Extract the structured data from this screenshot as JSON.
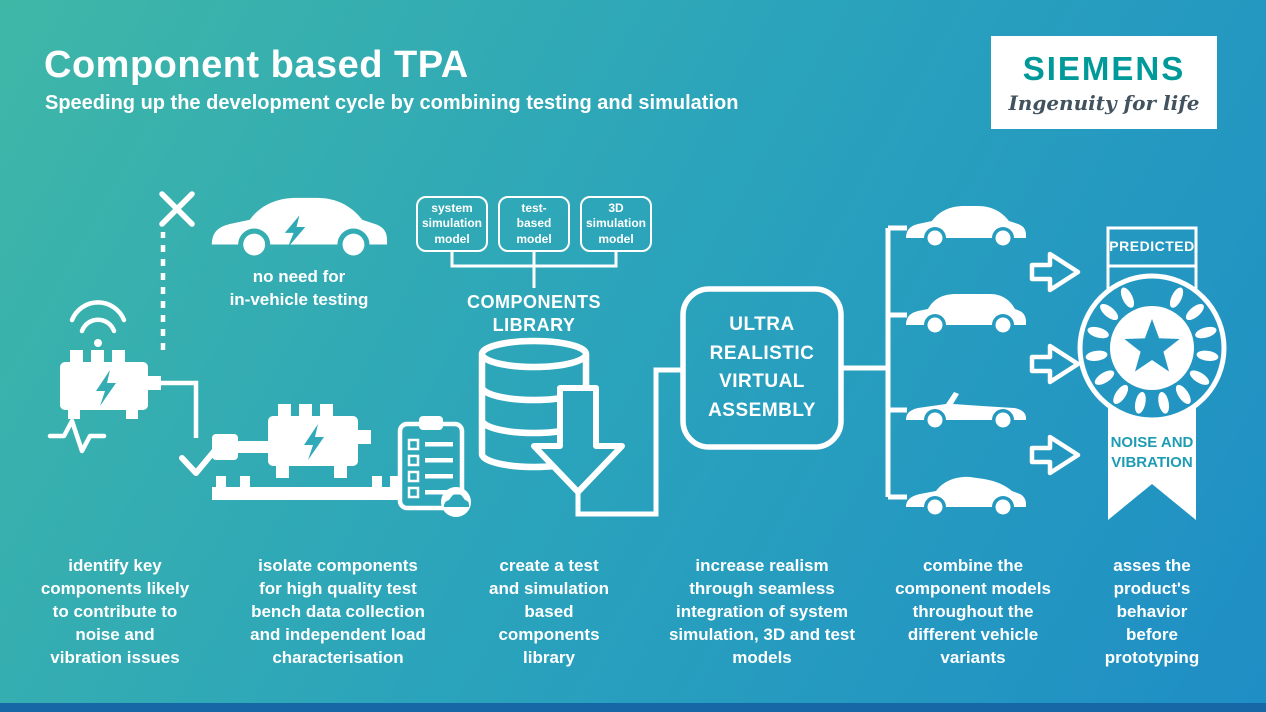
{
  "header": {
    "title": "Component based TPA",
    "subtitle": "Speeding up the development cycle by combining testing and simulation"
  },
  "logo": {
    "brand": "SIEMENS",
    "tagline": "Ingenuity for life"
  },
  "flow": {
    "no_need": "no need for\nin-vehicle testing",
    "model_boxes": [
      "system\nsimulation\nmodel",
      "test-\nbased\nmodel",
      "3D\nsimulation\nmodel"
    ],
    "library_label": "COMPONENTS\nLIBRARY",
    "assembly_label": "ULTRA\nREALISTIC\nVIRTUAL\nASSEMBLY",
    "badge_top": "PREDICTED",
    "badge_bottom": "NOISE AND\nVIBRATION"
  },
  "captions": [
    "identify key\ncomponents likely\nto contribute to\nnoise and\nvibration issues",
    "isolate components\nfor high quality test\nbench data collection\nand independent load\ncharacterisation",
    "create a test\nand simulation\nbased\ncomponents\nlibrary",
    "increase realism\nthrough seamless\nintegration of system\nsimulation, 3D and test\nmodels",
    "combine the\ncomponent models\nthroughout the\ndifferent vehicle\nvariants",
    "asses the\nproduct's\nbehavior\nbefore\nprototyping"
  ],
  "icons": [
    "wifi-icon",
    "engine-icon",
    "waveform-icon",
    "x-mark-icon",
    "car-icon",
    "check-mark-icon",
    "test-bench-icon",
    "clipboard-icon",
    "database-icon",
    "down-arrow-icon",
    "right-arrow-icon",
    "laurel-wreath-icon",
    "star-icon",
    "award-ribbon"
  ],
  "colors": {
    "gradient_start": "#3fb7a7",
    "gradient_mid": "#2aa3bc",
    "gradient_end": "#1f8ec5",
    "siemens_teal": "#009999",
    "tagline_gray": "#42525e",
    "badge_text_teal": "#1f9cb4",
    "footer_bar": "#1767a6",
    "line_white": "#ffffff"
  }
}
